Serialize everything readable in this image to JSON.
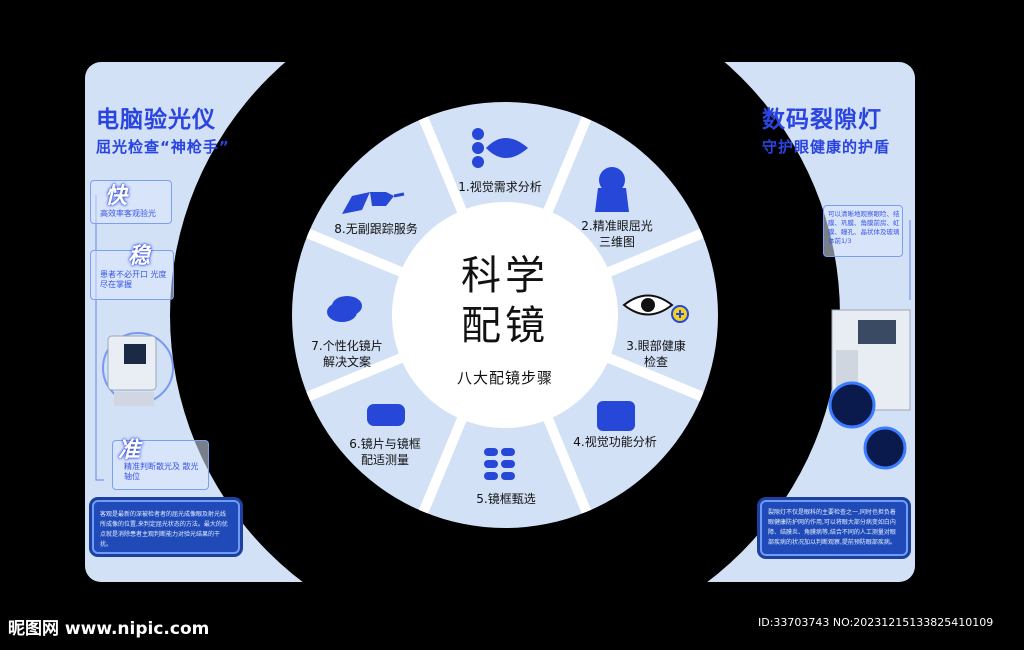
{
  "left": {
    "title": "电脑验光仪",
    "subtitle": "屈光检查“神枪手”",
    "features": [
      {
        "char": "快",
        "text": "高效率客观验光"
      },
      {
        "char": "稳",
        "text": "患者不必开口 光度尽在掌握"
      },
      {
        "char": "准",
        "text": "精准判断散光及 散光轴位"
      }
    ],
    "desc": "客观是最新的深被检者者的屈光成像眼及射光线所成像的位置,来判定屈光状态的方法。最大的优点就是消除患者主观判断能力对验光结果的干扰。"
  },
  "right": {
    "title": "数码裂隙灯",
    "subtitle": "守护眼健康的护盾",
    "note": "可以清晰地观察眼睑、结膜、巩膜、角膜前房、虹膜、瞳孔、晶状体及玻璃体前1/3",
    "desc": "裂隙灯不仅是眼科的主要检查之一,同时也担负着眼健康防护网的作用,可以将眼大部分病变如白内障、结膜炎、角膜病等,结合不同的人工测量对眼部疾病的状况加以判断观察,提前预防眼部疾病。"
  },
  "center": {
    "title_line1": "科学",
    "title_line2": "配镜",
    "subtitle": "八大配镜步骤"
  },
  "steps": [
    {
      "label": "1.视觉需求分析",
      "icon": "fish-icon"
    },
    {
      "label": "2.精准眼屈光\n三维图",
      "icon": "keyhole-icon"
    },
    {
      "label": "3.眼部健康\n检查",
      "icon": "eye-plus-icon"
    },
    {
      "label": "4.视觉功能分析",
      "icon": "rounded-square-icon"
    },
    {
      "label": "5.镜框甄选",
      "icon": "pills-icon"
    },
    {
      "label": "6.镜片与镜框\n配适测量",
      "icon": "lens-shape-icon"
    },
    {
      "label": "7.个性化镜片\n解决文案",
      "icon": "lens-stack-icon"
    },
    {
      "label": "8.无副跟踪服务",
      "icon": "glasses-icon"
    }
  ],
  "footer": {
    "logo": "昵图网 www.nipic.com",
    "id_text": "ID:33703743 NO:20231215133825410109"
  },
  "colors": {
    "accent": "#2a44e0",
    "panel": "#d2e1f6",
    "icon": "#2647d8",
    "ring": "#000000"
  }
}
